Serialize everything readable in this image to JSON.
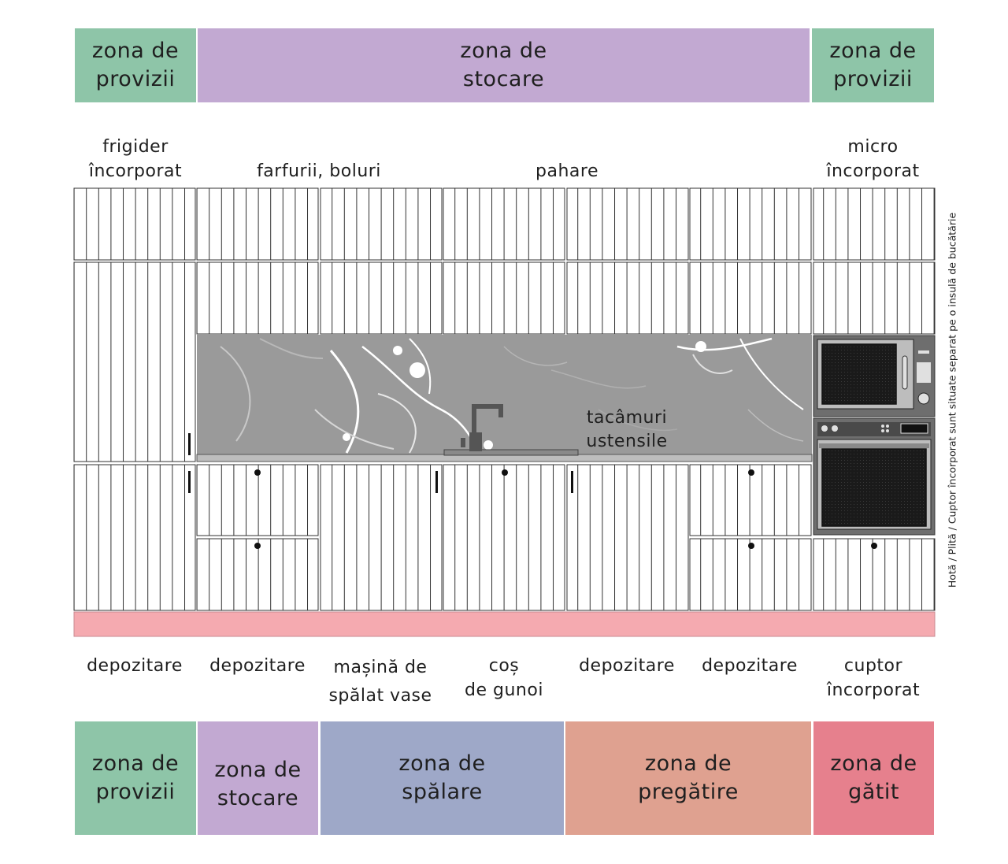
{
  "colors": {
    "provizii": "#8ec5a8",
    "stocare": "#c2a9d2",
    "spalare": "#9ea8c8",
    "pregatire": "#dfa190",
    "gatit": "#e6808d",
    "plinth": "#f5aab0",
    "backsplash": "#9b9b9b"
  },
  "top_zones": [
    {
      "name": "top-zone-provizii-left",
      "label": "zona de\nprovizii"
    },
    {
      "name": "top-zone-stocare",
      "label": "zona de\nstocare"
    },
    {
      "name": "top-zone-provizii-right",
      "label": "zona de\nprovizii"
    }
  ],
  "upper_labels": {
    "fridge": "frigider\nîncorporat",
    "plates": "farfurii, boluri",
    "glasses": "pahare",
    "micro": "micro\nîncorporat",
    "cutlery": "tacâmuri\nustensile"
  },
  "lower_labels": [
    "depozitare",
    "depozitare",
    "mașină de\nspălat vase",
    "coș\nde gunoi",
    "depozitare",
    "depozitare",
    "cuptor\nîncorporat"
  ],
  "bottom_zones": [
    {
      "name": "bottom-zone-provizii",
      "label": "zona de\nprovizii"
    },
    {
      "name": "bottom-zone-stocare",
      "label": "zona de\nstocare"
    },
    {
      "name": "bottom-zone-spalare",
      "label": "zona de\nspălare"
    },
    {
      "name": "bottom-zone-pregatire",
      "label": "zona de\npregătire"
    },
    {
      "name": "bottom-zone-gatit",
      "label": "zona de\ngătit"
    }
  ],
  "side_note": "Hotă / Plită / Cuptor încorporat sunt situate separat pe o insulă de bucătărie"
}
